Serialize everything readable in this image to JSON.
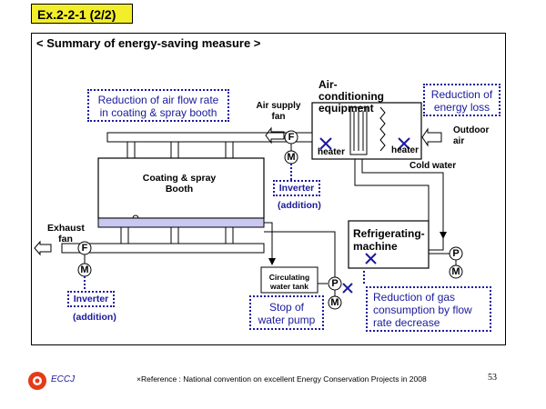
{
  "header": {
    "title": "Ex.2-2-1 (2/2)"
  },
  "slide": {
    "subtitle": "< Summary of energy-saving measure >"
  },
  "notes": {
    "air_flow": "Reduction of air flow rate in coating & spray booth",
    "energy_loss": "Reduction of energy loss",
    "water_pump": "Stop of water pump",
    "gas": "Reduction of gas consumption by flow rate decrease"
  },
  "labels": {
    "ac_equipment": "Air-conditioning equipment",
    "air_supply_fan": "Air supply fan",
    "outdoor_air": "Outdoor air",
    "heater_left": "heater",
    "heater_right": "heater",
    "cold_water": "Cold water",
    "booth": "Coating & spray Booth",
    "exhaust_fan": "Exhaust fan",
    "refrigerating_machine": "Refrigerating-machine",
    "circulating_tank": "Circulating water tank",
    "inverter_top": "Inverter",
    "addition_top": "(addition)",
    "inverter_bottom": "Inverter",
    "addition_bottom": "(addition)",
    "fan_symbol": "F",
    "motor_symbol": "M",
    "pump_symbol": "P"
  },
  "footer": {
    "logo_text": "ECCJ",
    "reference": "×Reference : National convention on excellent Energy Conservation Projects in 2008",
    "page_number": "53"
  },
  "colors": {
    "accent_blue": "#1a1a9c",
    "title_yellow": "#f3ee2a",
    "booth_band": "#c8c8f0"
  }
}
